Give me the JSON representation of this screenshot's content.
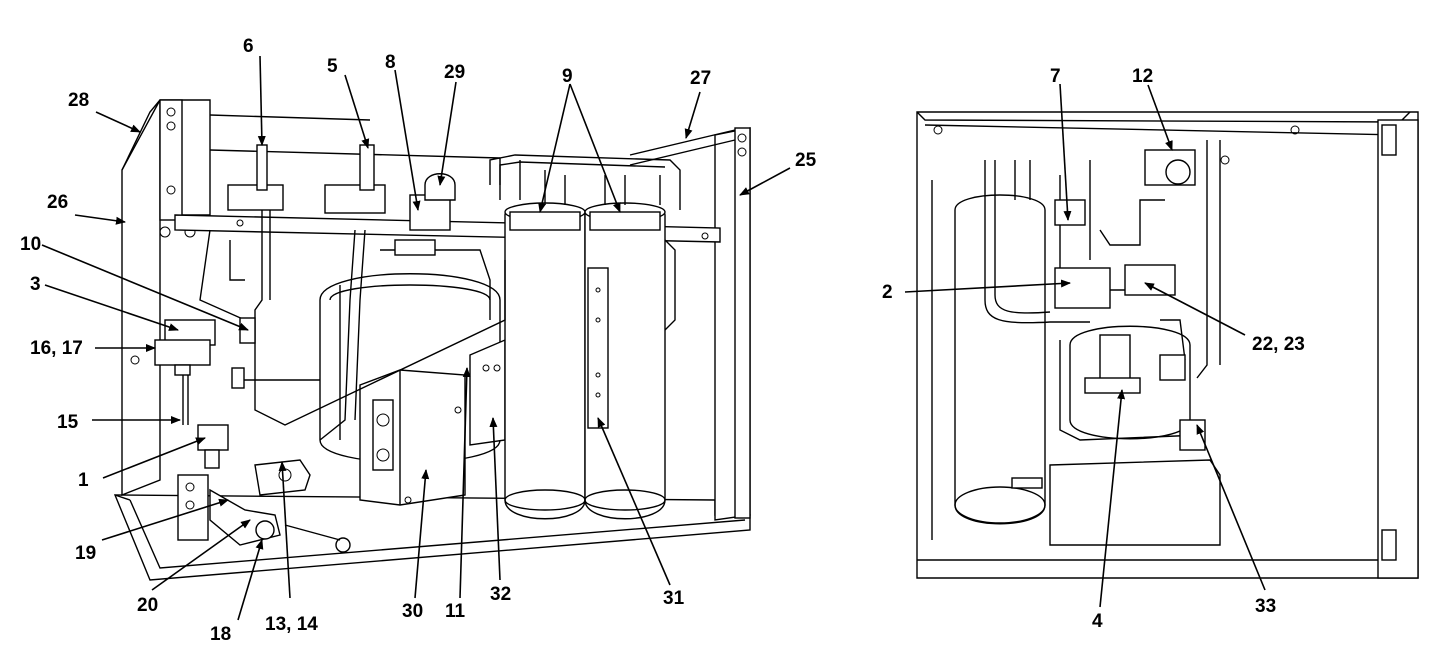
{
  "callouts": {
    "c1": "1",
    "c2": "2",
    "c3": "3",
    "c4": "4",
    "c5": "5",
    "c6": "6",
    "c7": "7",
    "c8": "8",
    "c9": "9",
    "c10": "10",
    "c11": "11",
    "c12": "12",
    "c13_14": "13, 14",
    "c15": "15",
    "c16_17": "16, 17",
    "c18": "18",
    "c19": "19",
    "c20": "20",
    "c22_23": "22, 23",
    "c25": "25",
    "c26": "26",
    "c27": "27",
    "c28": "28",
    "c29": "29",
    "c30": "30",
    "c31": "31",
    "c32": "32",
    "c33": "33"
  },
  "colors": {
    "line": "#000000",
    "fill": "#ffffff",
    "shade": "#e6e6e6"
  }
}
